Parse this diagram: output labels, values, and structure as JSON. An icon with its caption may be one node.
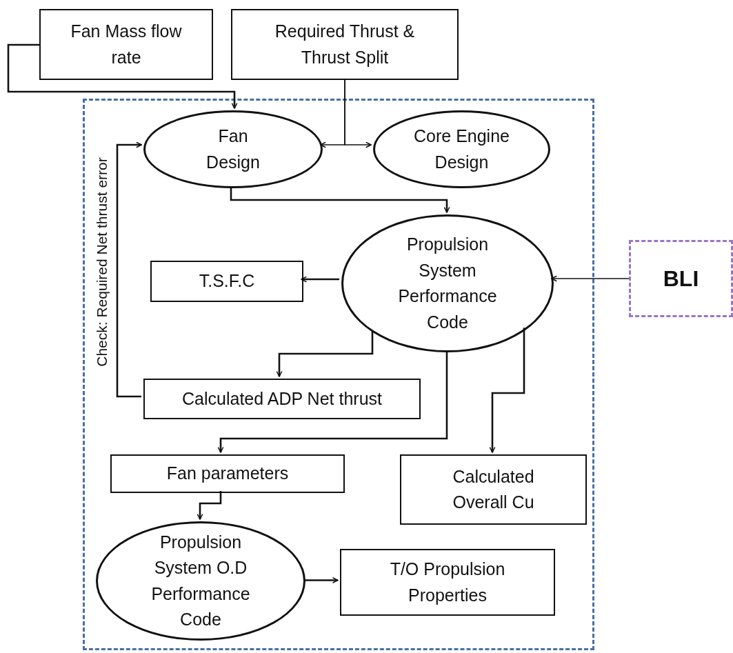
{
  "diagram": {
    "nodes": [
      {
        "text": [
          "Fan Mass flow rate"
        ]
      },
      {
        "text": [
          "Required Thrust & Thrust Split"
        ]
      },
      {
        "text": [],
        "shape": "box"
      },
      {
        "text": [
          "Fan Design"
        ],
        "in": 2
      },
      {
        "text": [
          "Core Engine Design"
        ],
        "in": 2
      },
      {
        "text": [
          "Propulsion System Performance Code"
        ],
        "in": 2
      },
      {
        "text": [
          "T.S.F.C"
        ],
        "in": 2
      },
      {
        "text": [
          "Calculated ADP Net thrust"
        ],
        "in": 2
      },
      {
        "text": [
          "Fan parameters"
        ],
        "in": 2
      },
      {
        "text": [
          "Calculated Overall Cu"
        ],
        "in": 2
      },
      {
        "text": [
          "Propulsion System O.D Performance Code"
        ],
        "in": 2
      },
      {
        "text": [
          "T/O Propulsion Properties"
        ],
        "in": 2
      },
      {
        "text": [
          "BLI"
        ]
      }
    ],
    "edges": [
      {
        "from": 0,
        "to": 3,
        "arrow": "to"
      },
      {
        "from": 1,
        "to": 3,
        "arrow": "to"
      },
      {
        "from": 1,
        "to": 4,
        "arrow": "to"
      },
      {
        "from": 3,
        "to": 5,
        "arrow": "to"
      },
      {
        "from": 5,
        "to": 6,
        "arrow": "to"
      },
      {
        "from": 5,
        "to": 7,
        "arrow": "to"
      },
      {
        "from": 5,
        "to": 8,
        "arrow": "to"
      },
      {
        "from": 5,
        "to": 9,
        "arrow": "to"
      },
      {
        "from": 7,
        "to": 3,
        "arrow": "to",
        "label": "Check: Required Net thrust error"
      },
      {
        "from": 8,
        "to": 10,
        "arrow": "to"
      },
      {
        "from": 10,
        "to": 11,
        "arrow": "to"
      },
      {
        "from": 12,
        "to": 5,
        "arrow": "to"
      }
    ]
  }
}
